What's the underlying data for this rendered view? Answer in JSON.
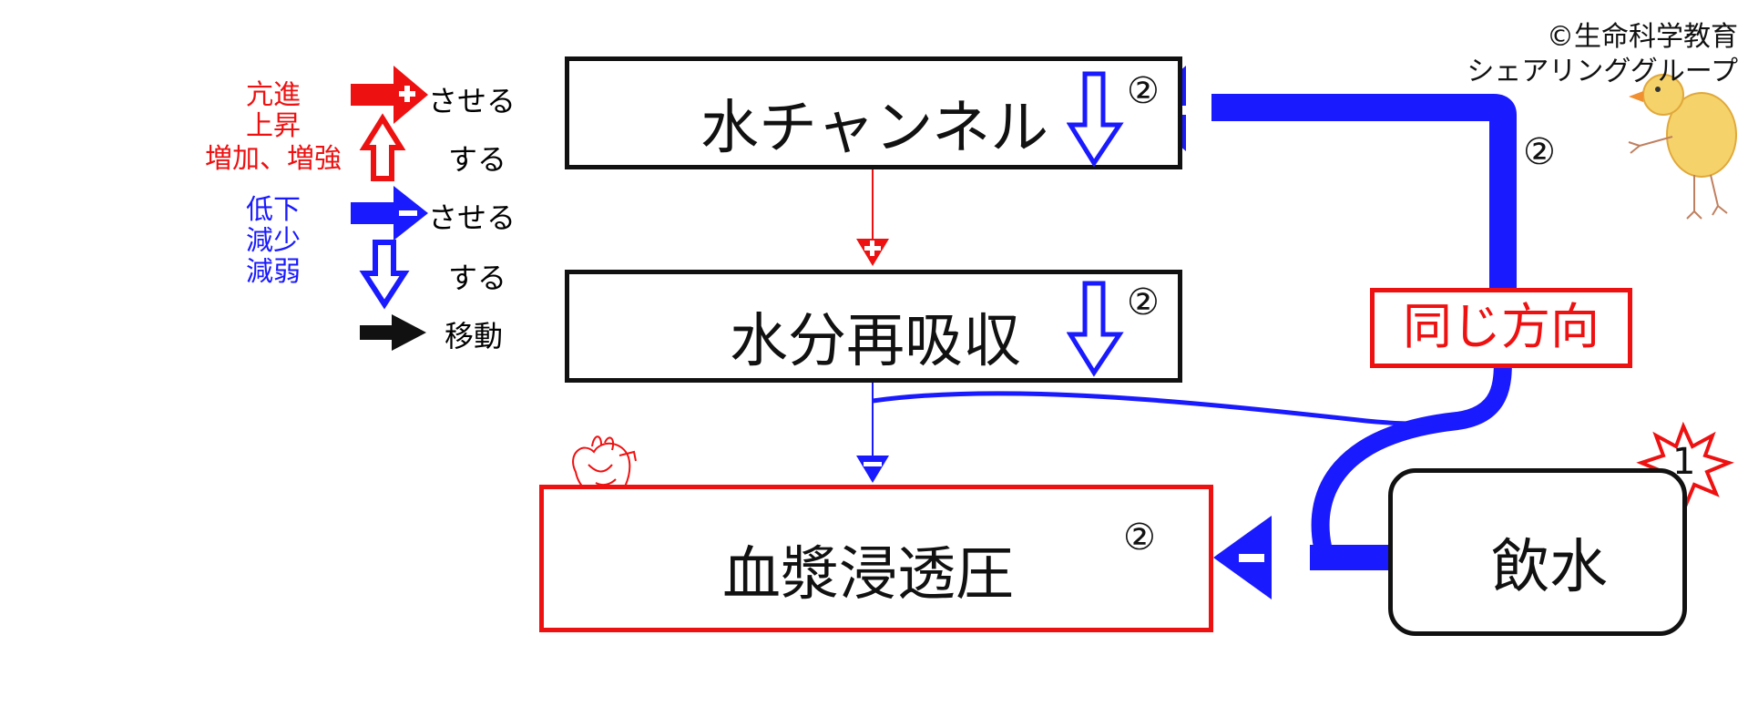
{
  "legend": {
    "increase_terms": [
      "亢進",
      "上昇",
      "増加、増強"
    ],
    "decrease_terms": [
      "低下",
      "減少",
      "減弱"
    ],
    "saseru_label": "させる",
    "suru_label": "する",
    "move_label": "移動"
  },
  "nodes": {
    "water_channel": {
      "label": "水チャンネル",
      "marker": "②"
    },
    "water_reabsorption": {
      "label": "水分再吸収",
      "marker": "②"
    },
    "plasma_osmolality": {
      "label": "血漿浸透圧",
      "marker": "②"
    },
    "drinking_water": {
      "label": "飲水",
      "marker": "1"
    }
  },
  "annotations": {
    "same_direction": "同じ方向",
    "path_marker": "②",
    "copyright_line1": "©生命科学教育",
    "copyright_line2": "シェアリンググループ"
  },
  "colors": {
    "red": "#ee1111",
    "blue": "#1a1aff",
    "black": "#111111"
  }
}
